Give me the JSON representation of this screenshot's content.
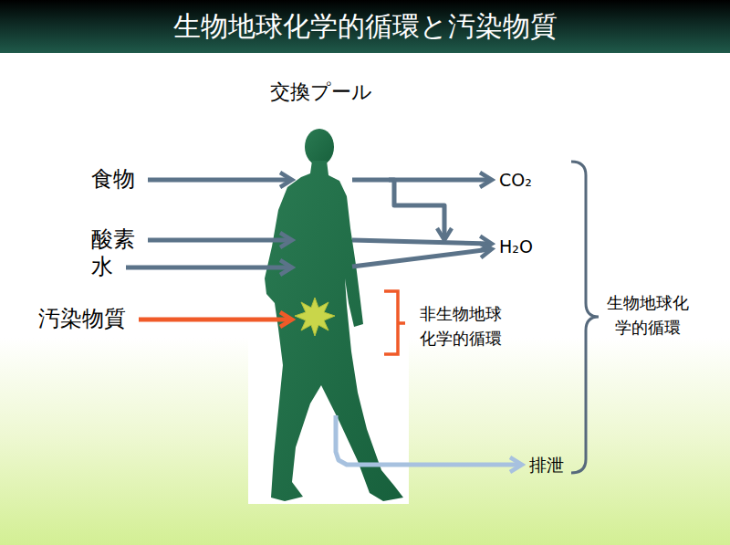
{
  "diagram": {
    "title": "生物地球化学的循環と汚染物質",
    "nodes": [
      {
        "text": [
          "交換プール"
        ]
      },
      {
        "text": [
          "食物"
        ]
      },
      {
        "text": [
          "CO₂"
        ]
      },
      {
        "text": [
          "酸素"
        ]
      },
      {
        "text": [
          "H₂O"
        ]
      },
      {
        "text": [
          "水"
        ]
      },
      {
        "text": [
          "汚染物質"
        ]
      },
      {
        "text": [
          "排泄"
        ]
      }
    ],
    "edges": [
      {
        "from": 1,
        "to": 0,
        "arrow": "to"
      },
      {
        "from": 3,
        "to": 0,
        "arrow": "to"
      },
      {
        "from": 5,
        "to": 0,
        "arrow": "to"
      },
      {
        "from": 6,
        "to": 0,
        "arrow": "to"
      },
      {
        "from": 0,
        "to": 2,
        "arrow": "to"
      },
      {
        "from": 0,
        "to": 4,
        "arrow": "to"
      },
      {
        "from": 0,
        "to": 4,
        "arrow": "to"
      },
      {
        "from": 0,
        "to": 4,
        "arrow": "to"
      },
      {
        "from": 0,
        "to": 7,
        "arrow": "to"
      }
    ],
    "labels": [
      "非生物地球化学的循環",
      "生物地球化学的循環"
    ]
  }
}
